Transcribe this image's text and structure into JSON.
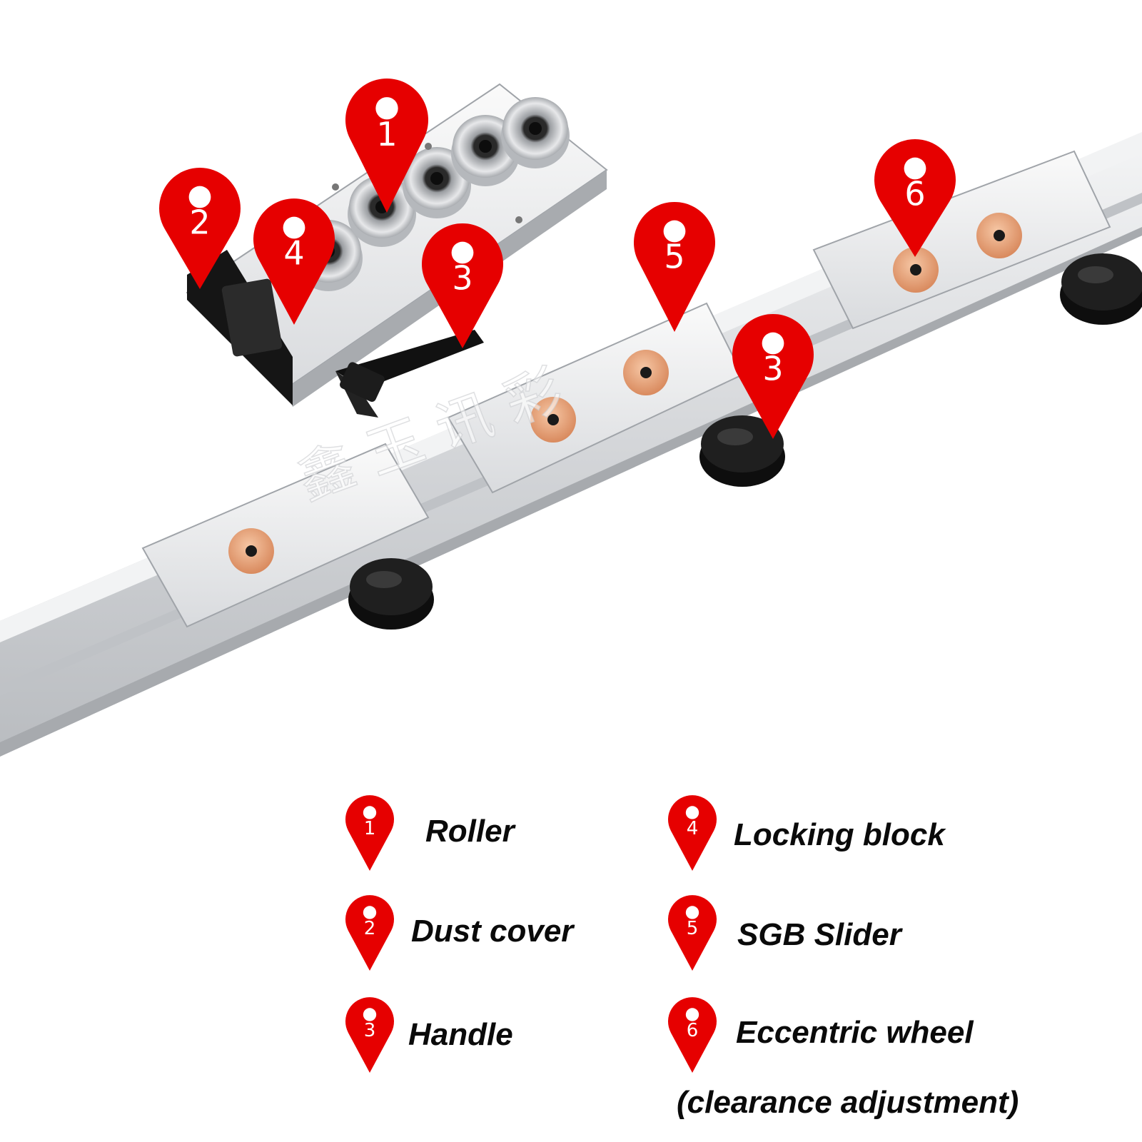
{
  "markers": [
    {
      "id": "1",
      "name": "roller-marker"
    },
    {
      "id": "2",
      "name": "dust-cover-marker"
    },
    {
      "id": "4",
      "name": "locking-block-marker"
    },
    {
      "id": "3",
      "name": "handle-marker"
    },
    {
      "id": "5",
      "name": "sgb-slider-marker"
    },
    {
      "id": "6",
      "name": "eccentric-wheel-marker"
    },
    {
      "id": "3",
      "name": "knob-handle-marker"
    }
  ],
  "legend": [
    {
      "num": "1",
      "label": "Roller"
    },
    {
      "num": "2",
      "label": "Dust cover"
    },
    {
      "num": "3",
      "label": "Handle"
    },
    {
      "num": "4",
      "label": "Locking block"
    },
    {
      "num": "5",
      "label": "SGB Slider"
    },
    {
      "num": "6",
      "label": "Eccentric wheel"
    }
  ],
  "legend_note": "(clearance adjustment)",
  "watermark": "鑫 玉 讯 彩",
  "colors": {
    "pin": "#e60000",
    "rail": "#d8dadd",
    "block": "#eceef0",
    "brass": "#e8a27a",
    "knob": "#1a1a1a"
  }
}
